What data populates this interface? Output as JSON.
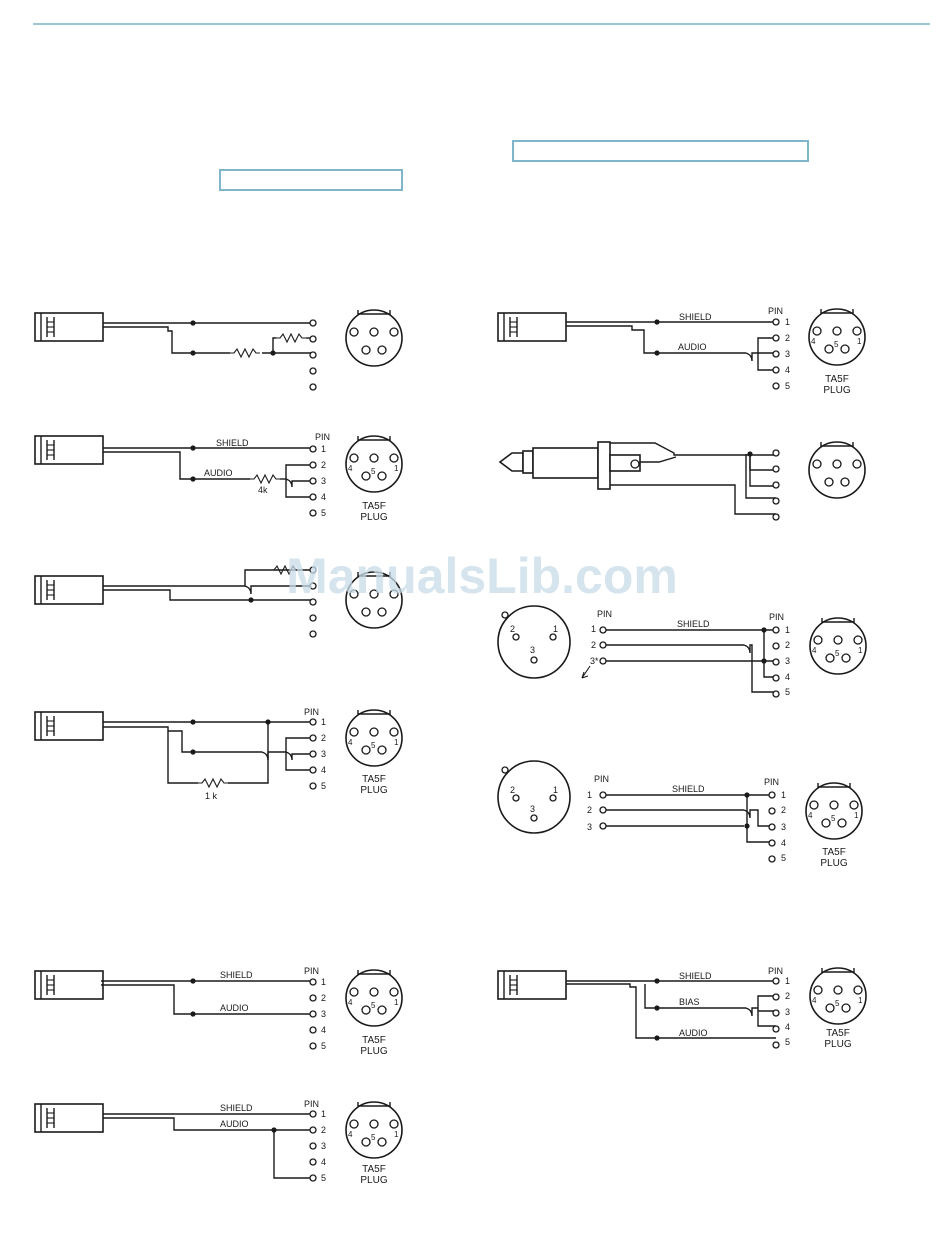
{
  "colors": {
    "rule": "#3a8ca0",
    "accent_box": "#7fb6c9",
    "ink": "#1a1a1a",
    "watermark": "#c9dce9"
  },
  "labels": {
    "pin": "PIN",
    "shield": "SHIELD",
    "audio": "AUDIO",
    "bias": "BIAS",
    "plug_model": "TA5F",
    "plug_word": "PLUG",
    "pin_numbers": [
      "1",
      "2",
      "3",
      "4",
      "5"
    ],
    "resistor_4k": "4k",
    "resistor_1k": "1 k",
    "xlr_pin_3_star": "3*"
  },
  "watermark": "ManualsLib.com",
  "icons": [
    "mini-connector-icon",
    "ta5f-plug-icon",
    "phone-plug-icon",
    "xlr-connector-icon",
    "resistor-icon",
    "junction-dot-icon"
  ]
}
